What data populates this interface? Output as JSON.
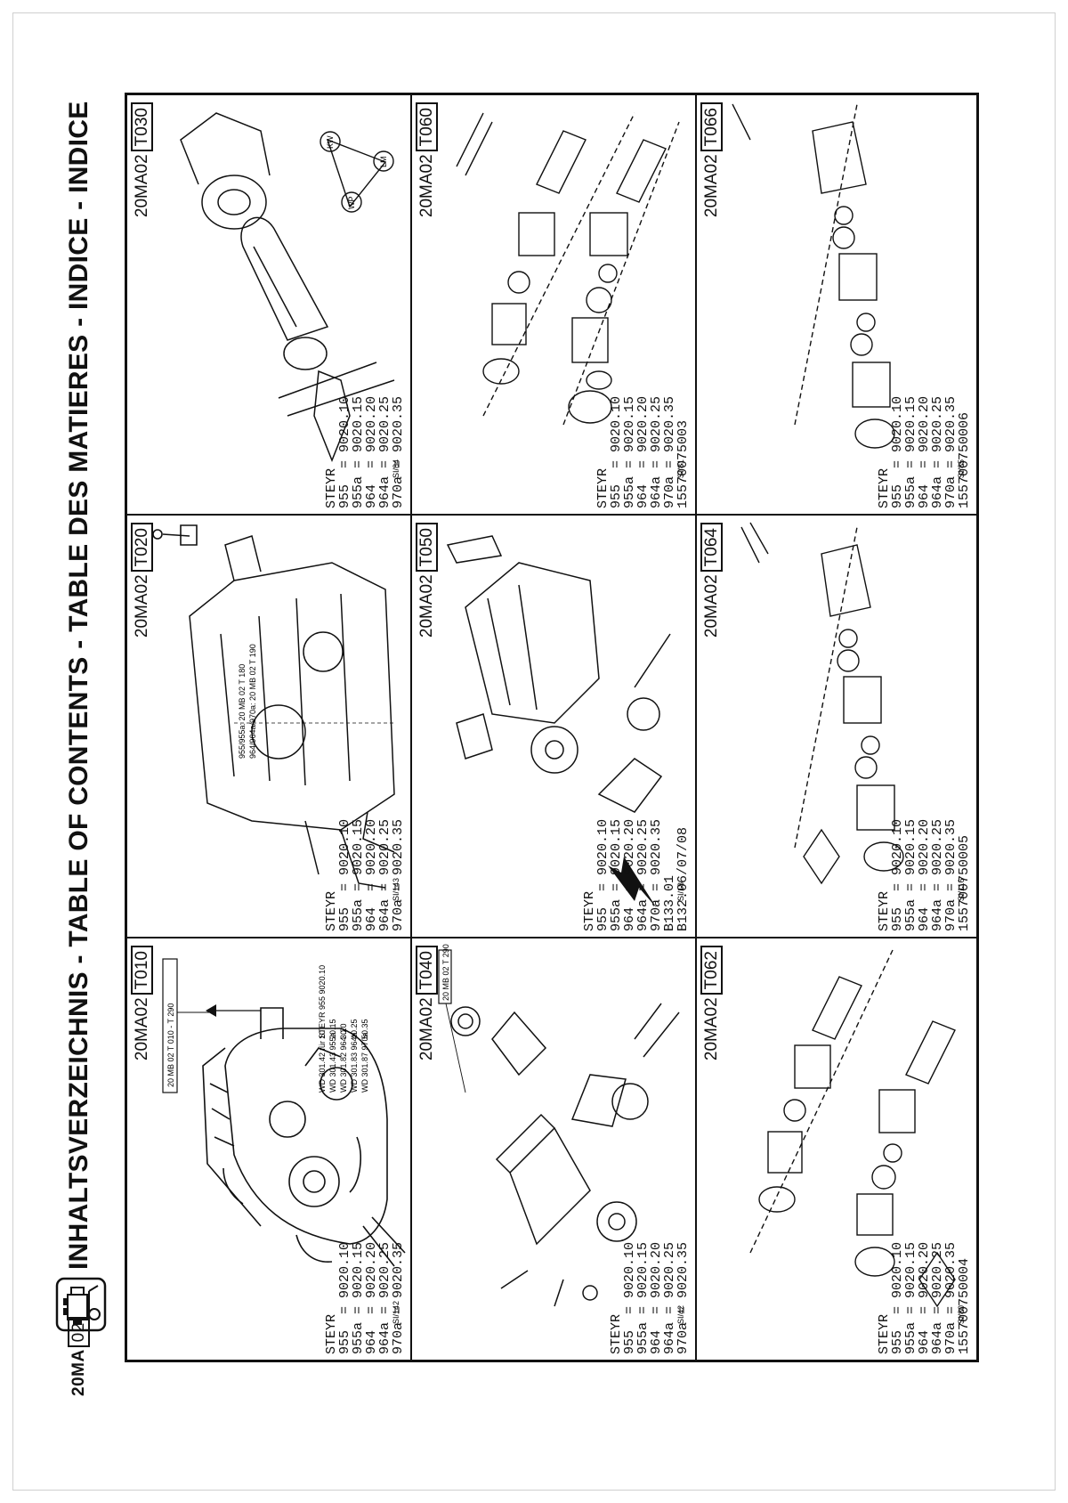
{
  "header": {
    "page_prefix": "20MA",
    "page_number": "02",
    "title": "INHALTSVERZEICHNIS - TABLE OF CONTENTS - TABLE DES MATIERES - INDICE - INDICE",
    "logo_icon": "tractor-engine-icon"
  },
  "panels": [
    {
      "id": "T010",
      "code_prefix": "20MA02",
      "code_tag": "T010",
      "specs": [
        "STEYR",
        "955  = 9020.10",
        "955a = 9020.15",
        "964  = 9020.20",
        "964a = 9020.25",
        "970a = 9020.35"
      ],
      "ref_box": "20 MB 02 T 010 - T 290",
      "wd_list": [
        "WD 301.42 für STEYR  955   9020.10",
        "WD 301.43             955a      .15",
        "WD 301.82             964       .20",
        "WD 301.83             964a      .25",
        "WD 301.87             970a      .35"
      ],
      "wd_codes": [
        "10",
        "20",
        "30",
        "40",
        "50"
      ],
      "fig_note": "SI/142"
    },
    {
      "id": "T020",
      "code_prefix": "20MA02",
      "code_tag": "T020",
      "specs": [
        "STEYR",
        "955  = 9020.10",
        "955a = 9020.15",
        "964  = 9020.20",
        "964a = 9020.25",
        "970a = 9020.35"
      ],
      "ref_line1": "955/955a:    20 MB 02 T 180",
      "ref_line2": "964/964a/970a: 20 MB 02 T 190",
      "fig_note": "SI/143"
    },
    {
      "id": "T030",
      "code_prefix": "20MA02",
      "code_tag": "T030",
      "specs": [
        "STEYR",
        "955  = 9020.10",
        "955a = 9020.15",
        "964  = 9020.20",
        "964a = 9020.25",
        "970a = 9020.35"
      ],
      "belt_labels": [
        "WP",
        "KW",
        "LM"
      ],
      "fig_note": "SI/84"
    },
    {
      "id": "T040",
      "code_prefix": "20MA02",
      "code_tag": "T040",
      "specs": [
        "STEYR",
        "955  = 9020.10",
        "955a = 9020.15",
        "964  = 9020.20",
        "964a = 9020.25",
        "970a = 9020.35"
      ],
      "ref_box": "20 MB 02 T 290",
      "fig_note": "SI/42"
    },
    {
      "id": "T050",
      "code_prefix": "20MA02",
      "code_tag": "T050",
      "specs": [
        "STEYR",
        "955  = 9020.10",
        "955a = 9020.15",
        "964  = 9020.20",
        "964a = 9020.25",
        "970a = 9020.35",
        "B133.01",
        "B132.06/07/08"
      ],
      "fig_note": "SI/18"
    },
    {
      "id": "T060",
      "code_prefix": "20MA02",
      "code_tag": "T060",
      "specs": [
        "STEYR",
        "955  = 9020.10",
        "955a = 9020.15",
        "964  = 9020.20",
        "964a = 9020.25",
        "970a = 9020.35",
        "15570075003"
      ],
      "fig_note": "SI/81"
    },
    {
      "id": "T062",
      "code_prefix": "20MA02",
      "code_tag": "T062",
      "specs": [
        "STEYR",
        "955  = 9020.10",
        "955a = 9020.15",
        "964  = 9020.20",
        "964a = 9020.25",
        "970a = 9020.35",
        "155700750004"
      ],
      "fig_note": "SI/80"
    },
    {
      "id": "T064",
      "code_prefix": "20MA02",
      "code_tag": "T064",
      "specs": [
        "STEYR",
        "955  = 9020.10",
        "955a = 9020.15",
        "964  = 9020.20",
        "964a = 9020.25",
        "970a = 9020.35",
        "155700750005"
      ],
      "fig_note": "SI/116"
    },
    {
      "id": "T066",
      "code_prefix": "20MA02",
      "code_tag": "T066",
      "specs": [
        "STEYR",
        "955  = 9020.10",
        "955a = 9020.15",
        "964  = 9020.20",
        "964a = 9020.25",
        "970a = 9020.35",
        "155700750006"
      ],
      "fig_note": "SI/85"
    }
  ]
}
